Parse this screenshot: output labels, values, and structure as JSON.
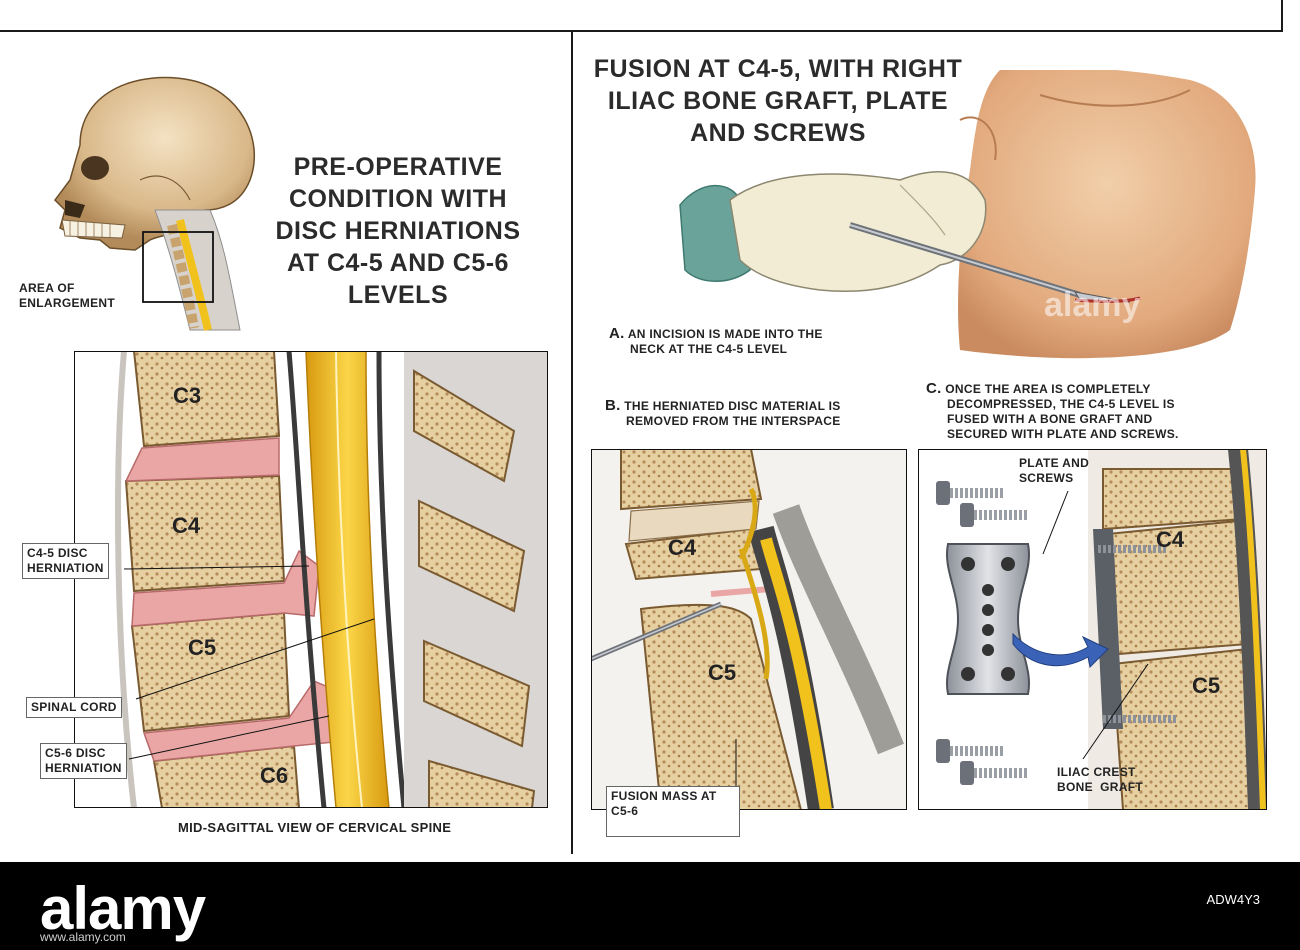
{
  "left": {
    "title_lines": [
      "PRE-OPERATIVE",
      "CONDITION WITH",
      "DISC HERNIATIONS",
      "AT C4-5 AND C5-6",
      "LEVELS"
    ],
    "area_label_lines": [
      "AREA OF",
      "ENLARGEMENT"
    ],
    "vertebrae": [
      "C3",
      "C4",
      "C5",
      "C6"
    ],
    "callouts": {
      "c45_lines": [
        "C4-5 DISC",
        "HERNIATION"
      ],
      "spinal_cord": "SPINAL CORD",
      "c56_lines": [
        "C5-6 DISC",
        "HERNIATION"
      ]
    },
    "caption": "MID-SAGITTAL VIEW OF CERVICAL SPINE"
  },
  "right": {
    "title_lines": [
      "FUSION AT C4-5, WITH RIGHT",
      "ILIAC BONE GRAFT, PLATE",
      "AND SCREWS"
    ],
    "step_a": {
      "letter": "A.",
      "lines": [
        "AN INCISION IS MADE INTO THE",
        "NECK AT THE C4-5 LEVEL"
      ]
    },
    "step_b": {
      "letter": "B.",
      "lines": [
        "THE HERNIATED DISC MATERIAL IS",
        "REMOVED FROM THE INTERSPACE"
      ]
    },
    "step_c": {
      "letter": "C.",
      "lines": [
        "ONCE THE AREA IS COMPLETELY",
        "DECOMPRESSED, THE C4-5 LEVEL IS",
        "FUSED WITH A BONE GRAFT AND",
        "SECURED WITH PLATE AND SCREWS."
      ]
    },
    "panel_b": {
      "vertebrae": [
        "C4",
        "C5"
      ],
      "fusion_lines": [
        "FUSION MASS AT",
        "C5-6"
      ]
    },
    "panel_c": {
      "vertebrae": [
        "C4",
        "C5"
      ],
      "plate_lines": [
        "PLATE AND",
        "SCREWS"
      ],
      "graft_lines": [
        "ILIAC CREST",
        "BONE  GRAFT"
      ]
    }
  },
  "watermark": "alamy",
  "footer": {
    "brand": "alamy",
    "image_id": "ADW4Y3",
    "url": "www.alamy.com"
  },
  "colors": {
    "bone": "#e6cfa0",
    "disc": "#e9a6a4",
    "cord": "#f2c21c",
    "skin": "#e9b98f",
    "glove": "#f1ecd3",
    "gown": "#6aa39a",
    "plate": "#b9bcc2",
    "arrow": "#3a63b8"
  }
}
